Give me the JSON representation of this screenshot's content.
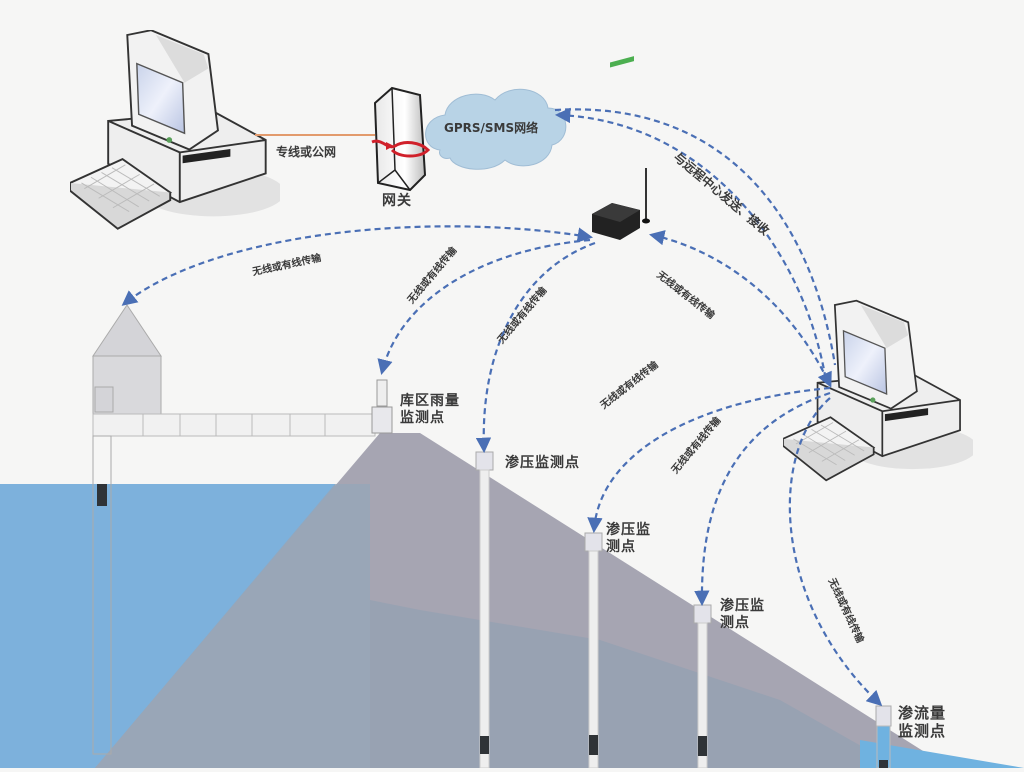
{
  "title": "水库大坝安全监测系统示意图",
  "colors": {
    "background": "#f6f6f5",
    "water": "#7db1dc",
    "dam_light": "#a6a5b2",
    "dam_dark": "#97a2b1",
    "link_dashed": "#4a6fb5",
    "link_wired": "#e29a6c",
    "cloud": "#b8d3e6",
    "gateway_arrow": "#d0202a"
  },
  "nodes": {
    "center_pc_left": {
      "name": "monitoring-center-computer",
      "icon": "computer-icon"
    },
    "gateway": {
      "name": "gateway",
      "label": "网关",
      "icon": "server-tower-icon"
    },
    "network": {
      "name": "gprs-sms-network",
      "label": "GPRS/SMS网络",
      "icon": "cloud-icon"
    },
    "rtu": {
      "name": "data-collection-terminal",
      "icon": "rtu-antenna-icon"
    },
    "remote_pc_right": {
      "name": "remote-center-computer",
      "icon": "computer-icon"
    },
    "gatehouse": {
      "name": "gatehouse",
      "icon": "house-icon"
    }
  },
  "links": {
    "wired_label": "专线或公网",
    "remote_label": "与远程中心发送、接收",
    "wireless_label": "无线或有线传输"
  },
  "stations": [
    {
      "id": "rain",
      "label": "库区雨量\n监测点"
    },
    {
      "id": "piezo1",
      "label": "渗压监测点"
    },
    {
      "id": "piezo2",
      "label": "渗压监\n测点"
    },
    {
      "id": "piezo3",
      "label": "渗压监\n测点"
    },
    {
      "id": "seepage",
      "label": "渗流量\n监测点"
    }
  ]
}
